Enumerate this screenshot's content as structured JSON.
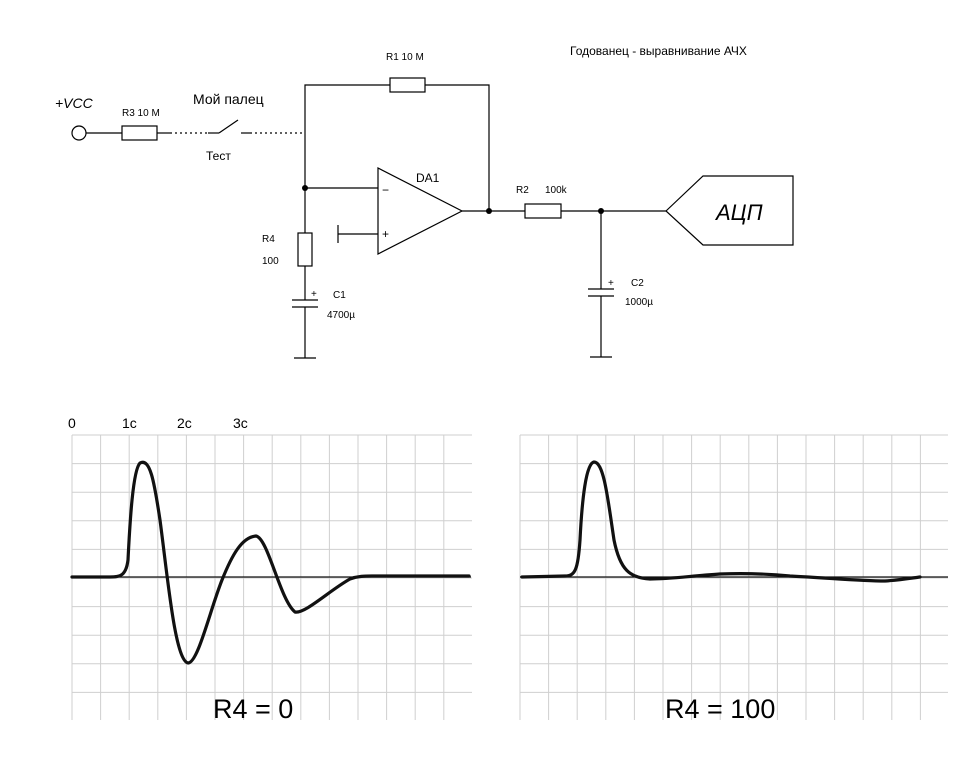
{
  "title": "Годованец - выравнивание АЧХ",
  "labels": {
    "vcc": "+VCC",
    "r3": "R3  10 M",
    "finger": "Мой палец",
    "test": "Тест",
    "r1": "R1    10 M",
    "da1": "DA1",
    "minus": "−",
    "plus": "+",
    "r4": "R4",
    "r4_value": "100",
    "c1": "C1",
    "c1_value": "4700µ",
    "c1_plus": "+",
    "r2": "R2",
    "r2_value": "100k",
    "c2": "C2",
    "c2_value": "1000µ",
    "c2_plus": "+",
    "adc": "АЦП"
  },
  "time_labels": [
    "0",
    "1c",
    "2c",
    "3c"
  ],
  "plots": [
    {
      "caption": "R4 = 0"
    },
    {
      "caption": "R4 = 100"
    }
  ]
}
